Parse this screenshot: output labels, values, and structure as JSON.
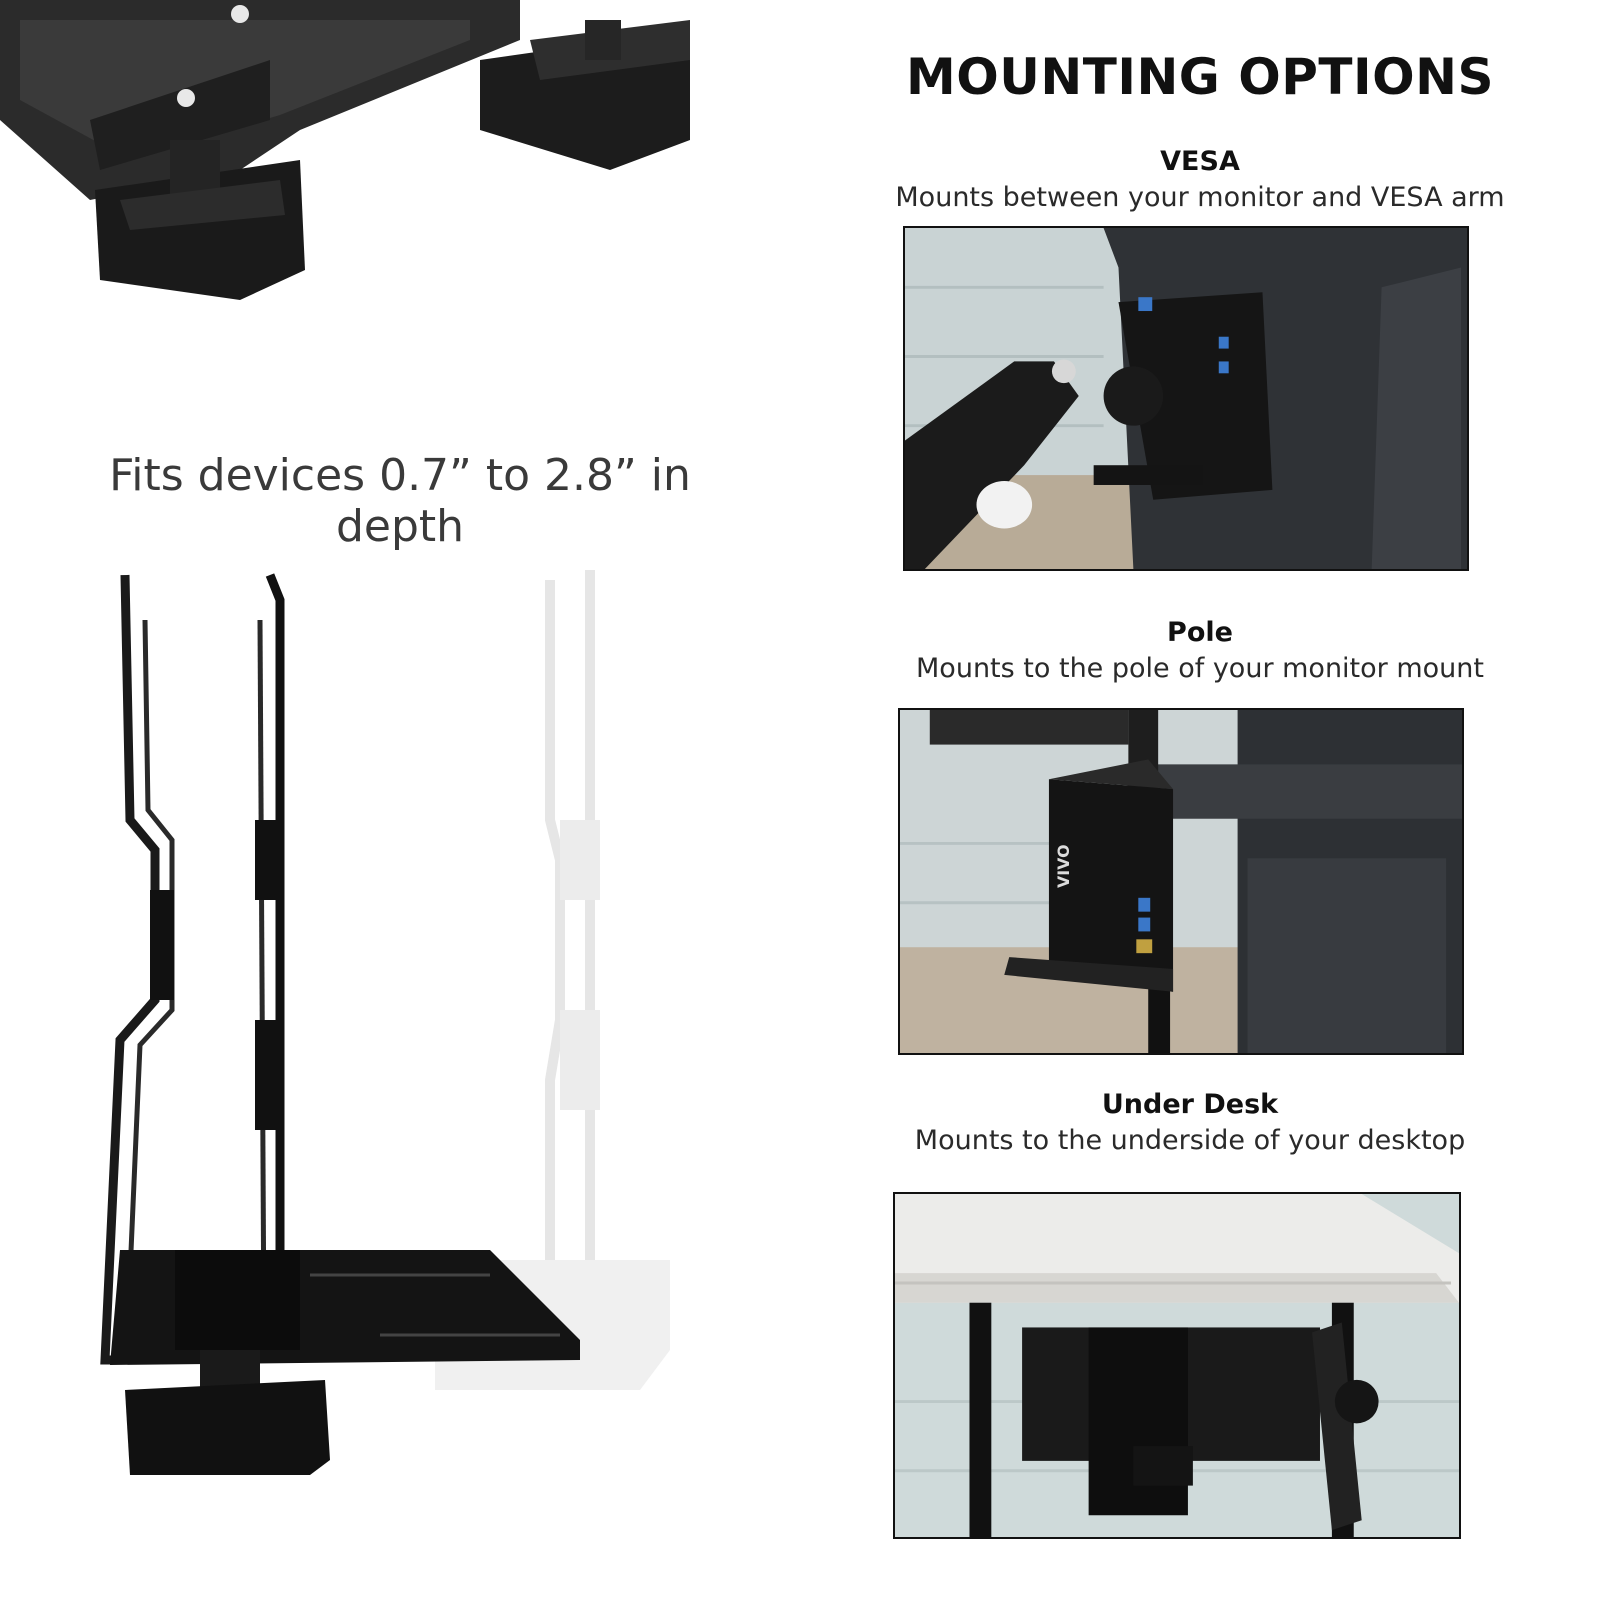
{
  "heading": "MOUNTING OPTIONS",
  "depth_note": "Fits devices 0.7” to 2.8” in depth",
  "options": [
    {
      "name": "VESA",
      "description": "Mounts between your monitor and VESA arm"
    },
    {
      "name": "Pole",
      "description": "Mounts to the pole of your monitor mount"
    },
    {
      "name": "Under Desk",
      "description": "Mounts to the underside of your desktop"
    }
  ],
  "photo_text": {
    "logo": "VIVO"
  }
}
